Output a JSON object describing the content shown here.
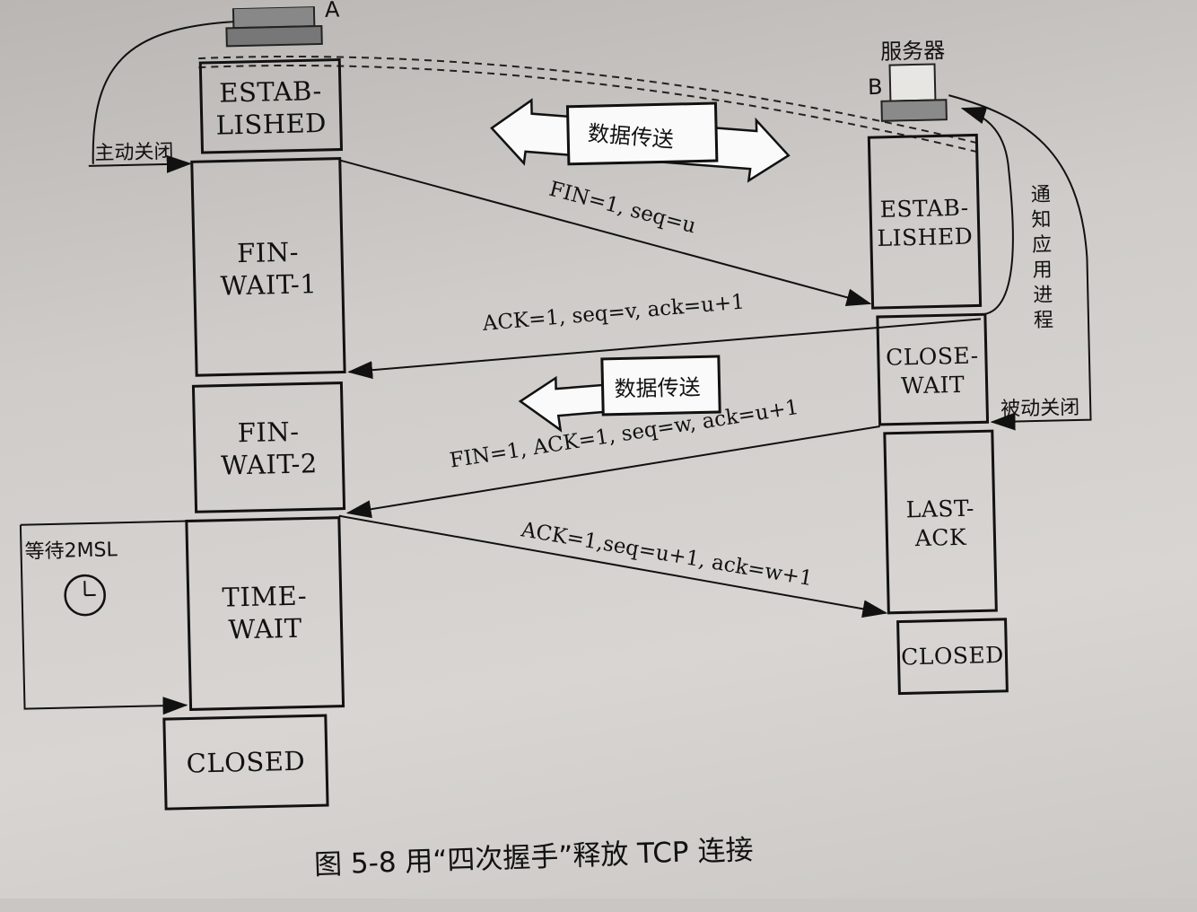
{
  "host_a": {
    "label": "A"
  },
  "host_b": {
    "label": "B",
    "name": "服务器"
  },
  "a_states": [
    "ESTAB-\nLISHED",
    "FIN-\nWAIT-1",
    "FIN-\nWAIT-2",
    "TIME-\nWAIT",
    "CLOSED"
  ],
  "b_states": [
    "ESTAB-\nLISHED",
    "CLOSE-\nWAIT",
    "LAST-\nACK",
    "CLOSED"
  ],
  "side_labels": {
    "active_close": "主动关闭",
    "notify_app": "通知\n应用\n进程",
    "passive_close": "被动关闭",
    "wait_2msl": "等待2MSL"
  },
  "data_transfer_1": "数据传送",
  "data_transfer_2": "数据传送",
  "segments": [
    "FIN=1, seq=u",
    "ACK=1, seq=v, ack=u+1",
    "FIN=1, ACK=1, seq=w, ack=u+1",
    "ACK=1,seq=u+1, ack=w+1"
  ],
  "caption": "图 5-8   用“四次握手”释放 TCP 连接"
}
